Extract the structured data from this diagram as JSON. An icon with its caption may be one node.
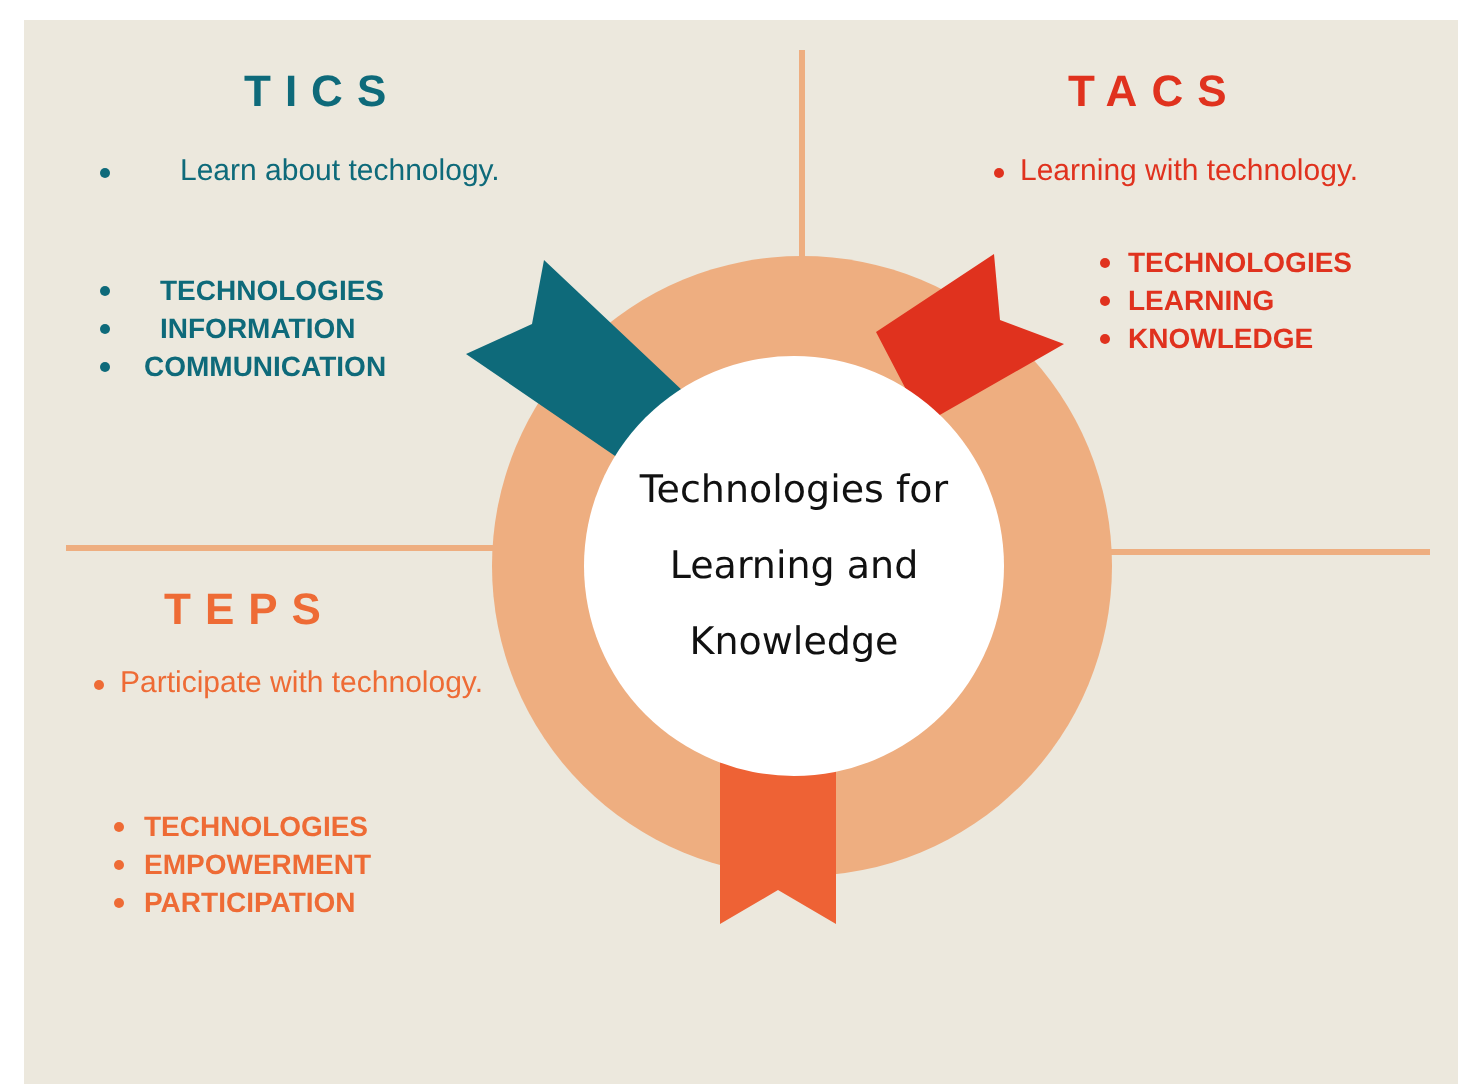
{
  "diagram": {
    "nodes": [
      {
        "text": [
          "Technologies for Learning and Knowledge"
        ]
      }
    ],
    "edges": [],
    "labels": [
      "TICS",
      "Learn about technology.",
      "TECHNOLOGIES",
      "INFORMATION",
      "COMMUNICATION",
      "TACS",
      "Learning with technology.",
      "TECHNOLOGIES",
      "LEARNING",
      "KNOWLEDGE",
      "TEPS",
      "Participate with technology.",
      "TECHNOLOGIES",
      "EMPOWERMENT",
      "PARTICIPATION"
    ]
  }
}
